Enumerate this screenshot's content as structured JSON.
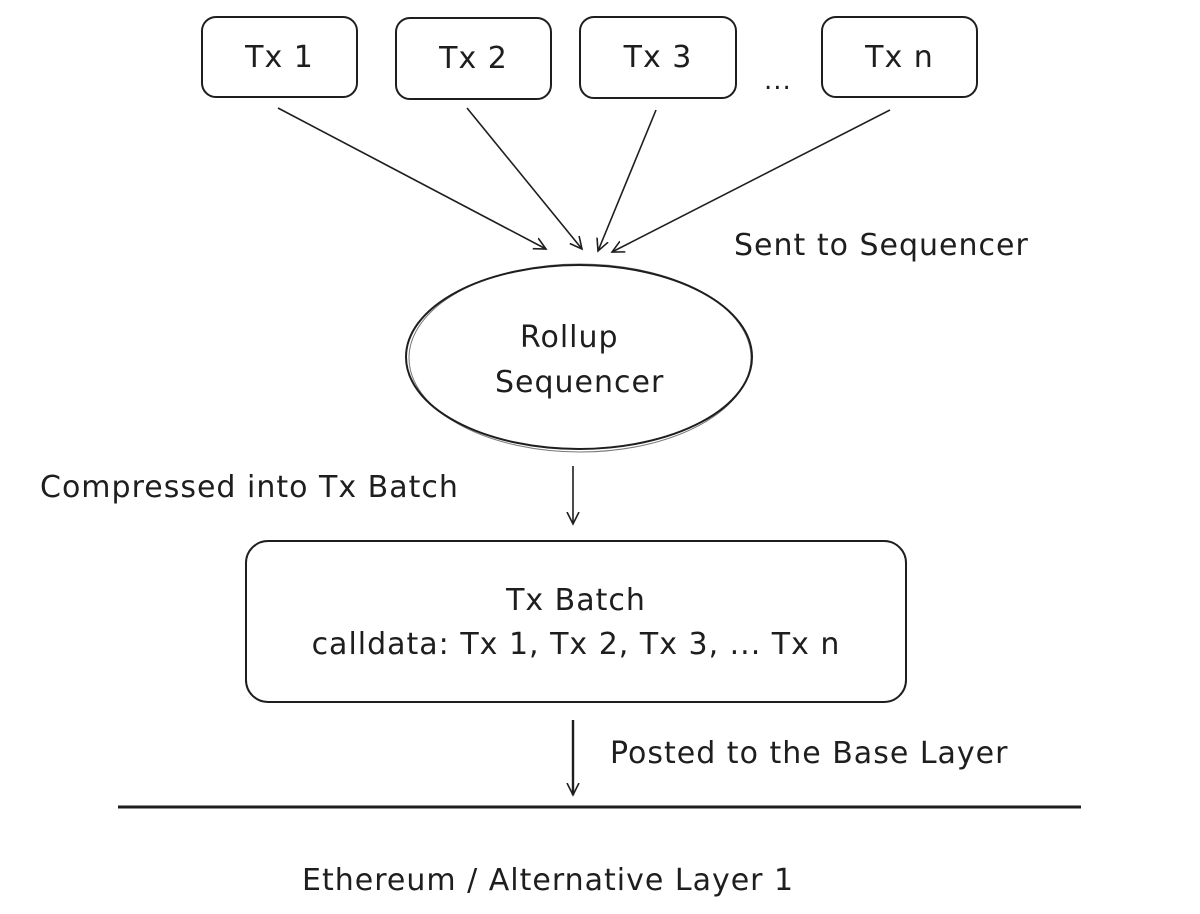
{
  "transactions": [
    {
      "label": "Tx 1"
    },
    {
      "label": "Tx 2"
    },
    {
      "label": "Tx 3"
    },
    {
      "label": "Tx n"
    }
  ],
  "ellipsis": "...",
  "sent_label": "Sent to Sequencer",
  "sequencer": {
    "line1": "Rollup",
    "line2": "Sequencer"
  },
  "compressed_label": "Compressed into Tx Batch",
  "batch": {
    "title": "Tx Batch",
    "calldata": "calldata: Tx 1, Tx 2, Tx 3, ... Tx n"
  },
  "posted_label": "Posted to the Base Layer",
  "base_layer_label": "Ethereum / Alternative Layer 1",
  "colors": {
    "stroke": "#1e1e1e",
    "background": "#ffffff"
  }
}
